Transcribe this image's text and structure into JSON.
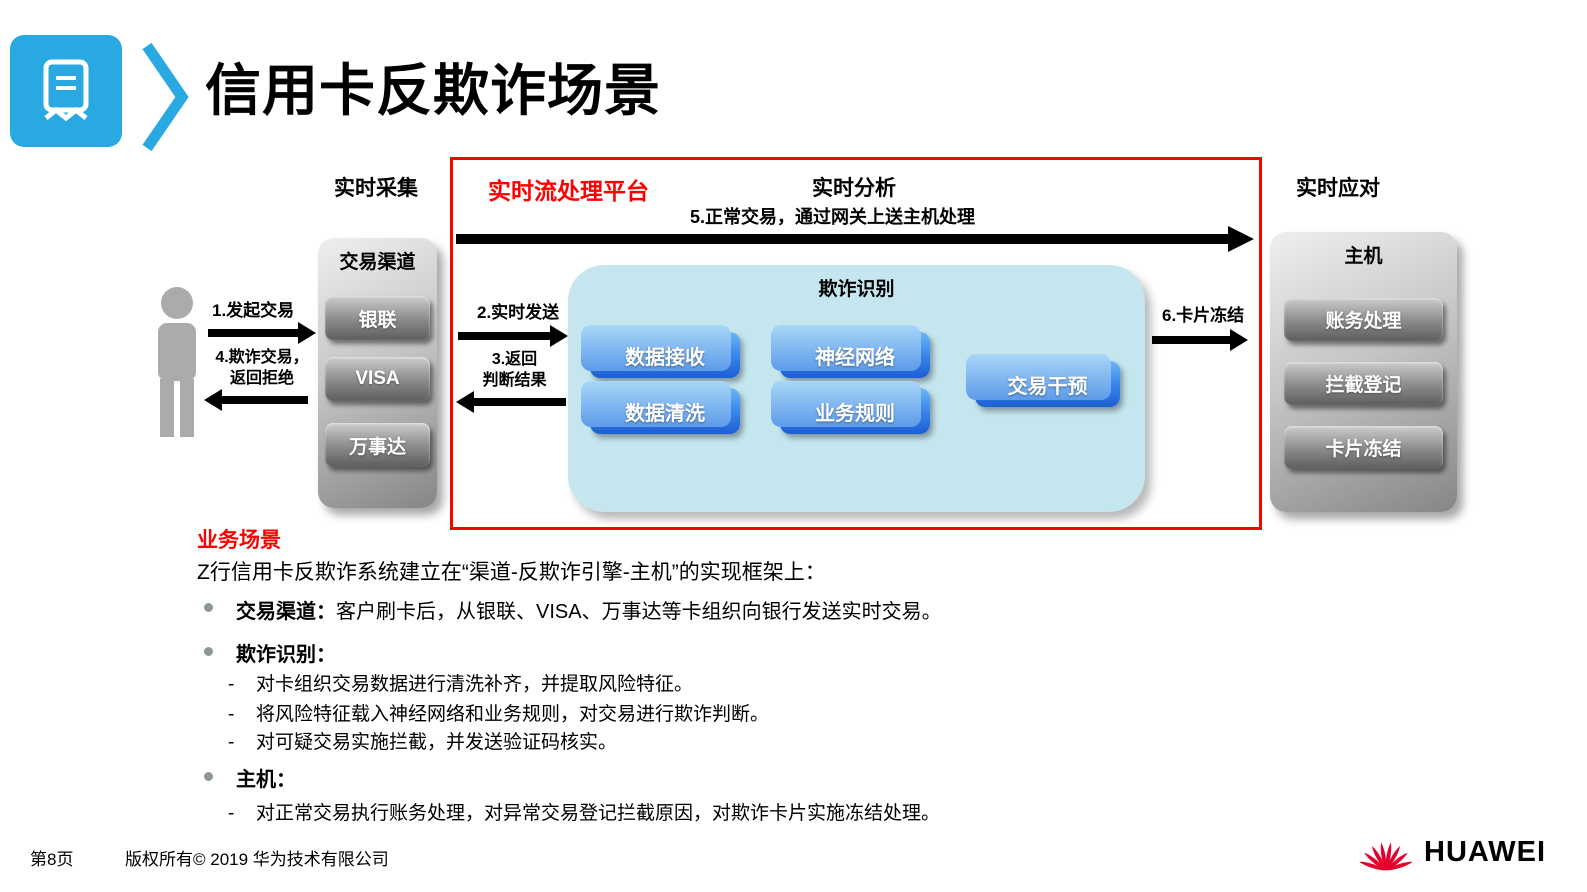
{
  "header": {
    "title": "信用卡反欺诈场景"
  },
  "colors": {
    "accent_cyan": "#29A9E1",
    "alert_red": "#FF0000",
    "node_blue": "#2E7FE8",
    "panel_blue": "#C5E6EE",
    "huawei_red": "#E4002B"
  },
  "diagram": {
    "labels": {
      "collect": "实时采集",
      "platform": "实时流处理平台",
      "analyze": "实时分析",
      "respond": "实时应对"
    },
    "arrows": {
      "n1": "1.发起交易",
      "n2": "2.实时发送",
      "n3": "3.返回\n判断结果",
      "n4": "4.欺诈交易，\n返回拒绝",
      "n5": "5.正常交易，通过网关上送主机处理",
      "n6": "6.卡片冻结"
    },
    "channel": {
      "title": "交易渠道",
      "items": [
        "银联",
        "VISA",
        "万事达"
      ]
    },
    "fraud": {
      "title": "欺诈识别",
      "items": [
        "数据接收",
        "数据清洗",
        "神经网络",
        "业务规则",
        "交易干预"
      ]
    },
    "host": {
      "title": "主机",
      "items": [
        "账务处理",
        "拦截登记",
        "卡片冻结"
      ]
    }
  },
  "content": {
    "heading": "业务场景",
    "intro": "Z行信用卡反欺诈系统建立在“渠道-反欺诈引擎-主机”的实现框架上：",
    "dash": "-",
    "bullets": [
      {
        "title": "交易渠道：",
        "text": "客户刷卡后，从银联、VISA、万事达等卡组织向银行发送实时交易。"
      },
      {
        "title": "欺诈识别：",
        "subs": [
          "对卡组织交易数据进行清洗补齐，并提取风险特征。",
          "将风险特征载入神经网络和业务规则，对交易进行欺诈判断。",
          "对可疑交易实施拦截，并发送验证码核实。"
        ]
      },
      {
        "title": "主机：",
        "subs": [
          "对正常交易执行账务处理，对异常交易登记拦截原因，对欺诈卡片实施冻结处理。"
        ]
      }
    ]
  },
  "footer": {
    "page": "第8页",
    "copyright": "版权所有© 2019 华为技术有限公司",
    "brand": "HUAWEI"
  }
}
